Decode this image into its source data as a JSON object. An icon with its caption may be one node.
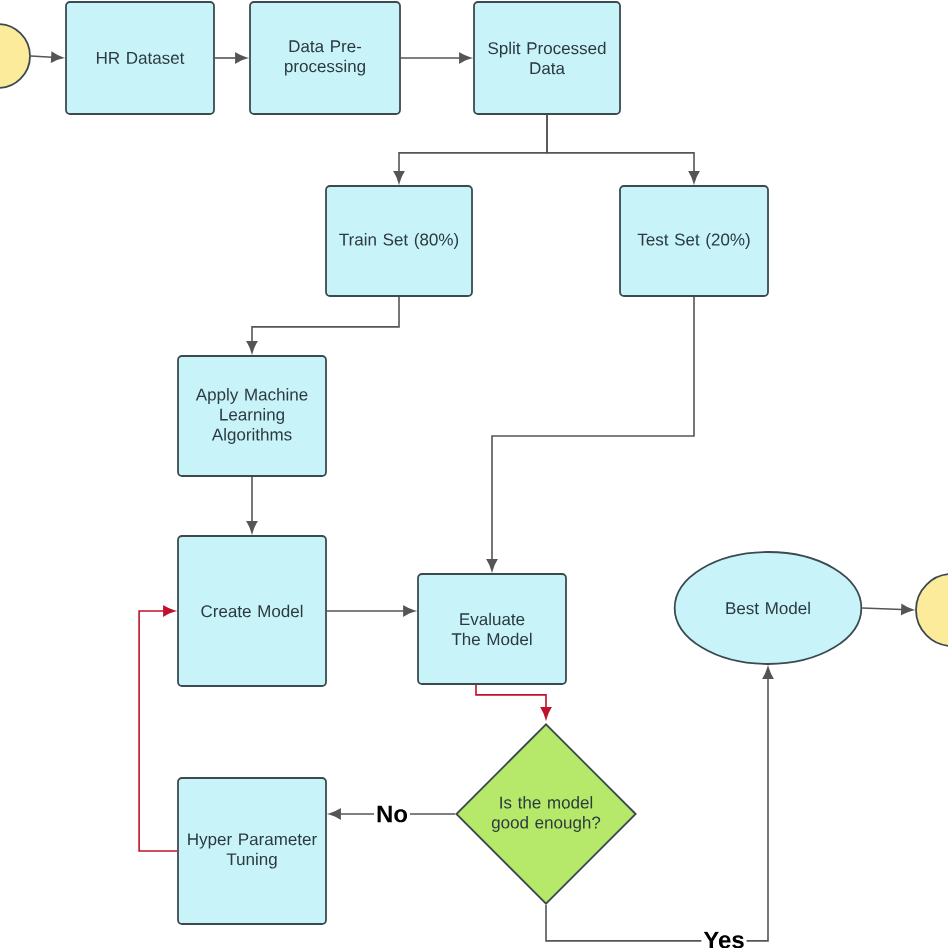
{
  "diagram": {
    "nodes": [
      {
        "text": [],
        "shape": "circle"
      },
      {
        "text": [
          "HR Dataset"
        ]
      },
      {
        "text": [
          "Data Pre-processing"
        ]
      },
      {
        "text": [
          "Split Processed Data"
        ]
      },
      {
        "text": [
          "Train Set (80%)"
        ]
      },
      {
        "text": [
          "Test Set (20%)"
        ]
      },
      {
        "text": [
          "Apply Machine Learning Algorithms"
        ]
      },
      {
        "text": [
          "Create Model"
        ]
      },
      {
        "text": [
          "Evaluate The Model"
        ]
      },
      {
        "text": [
          "Is the model good enough?"
        ]
      },
      {
        "text": [
          "Hyper Parameter Tuning"
        ]
      },
      {
        "text": [
          "Best Model"
        ]
      },
      {
        "text": [],
        "shape": "circle"
      }
    ],
    "edges": [
      {
        "from": 0,
        "to": 1,
        "arrow": "to"
      },
      {
        "from": 1,
        "to": 2,
        "arrow": "to"
      },
      {
        "from": 2,
        "to": 3,
        "arrow": "to"
      },
      {
        "from": 3,
        "to": 4,
        "arrow": "to"
      },
      {
        "from": 3,
        "to": 5,
        "arrow": "to"
      },
      {
        "from": 4,
        "to": 6,
        "arrow": "to"
      },
      {
        "from": 6,
        "to": 7,
        "arrow": "to"
      },
      {
        "from": 5,
        "to": 8,
        "arrow": "to"
      },
      {
        "from": 7,
        "to": 8,
        "arrow": "to"
      },
      {
        "from": 8,
        "to": 9,
        "arrow": "to",
        "color": "#c0102c"
      },
      {
        "from": 9,
        "to": 10,
        "arrow": "to",
        "label": "No"
      },
      {
        "from": 10,
        "to": 7,
        "arrow": "to",
        "color": "#c0102c"
      },
      {
        "from": 9,
        "to": 11,
        "arrow": "to",
        "label": "Yes"
      },
      {
        "from": 11,
        "to": 12,
        "arrow": "to"
      }
    ]
  }
}
